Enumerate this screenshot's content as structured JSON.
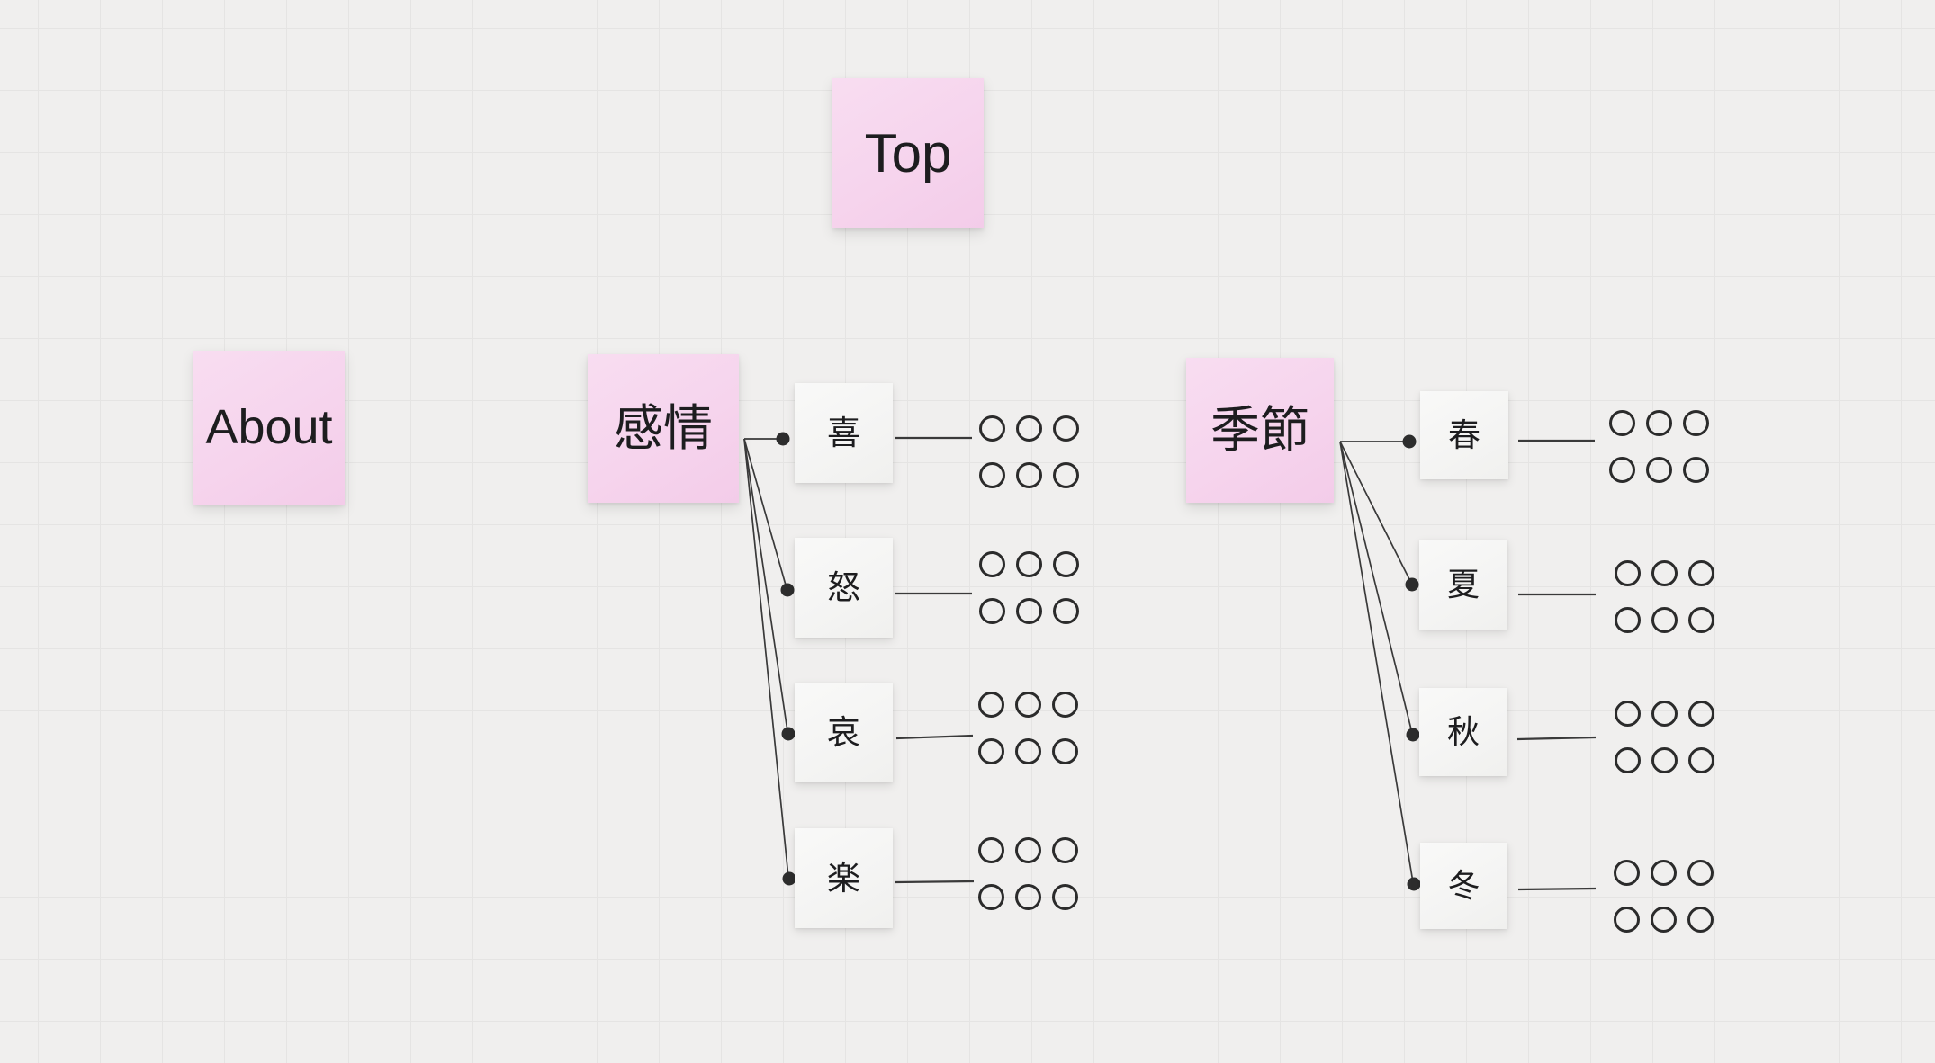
{
  "board": {
    "background_color": "#f0efee",
    "grid_color": "#e5e4e3",
    "sticky_note_color": "#f6d4ed",
    "card_color": "#f6f6f5",
    "connector_color": "#3a3a3a",
    "text_color": "#1d1d1f"
  },
  "icons": {
    "connector_dot": "filled-circle",
    "empty_slot": "outlined-circle"
  },
  "notes": {
    "top": {
      "label": "Top"
    },
    "about": {
      "label": "About"
    }
  },
  "groups": [
    {
      "label": "感情",
      "children": [
        {
          "label": "喜"
        },
        {
          "label": "怒"
        },
        {
          "label": "哀"
        },
        {
          "label": "楽"
        }
      ]
    },
    {
      "label": "季節",
      "children": [
        {
          "label": "春"
        },
        {
          "label": "夏"
        },
        {
          "label": "秋"
        },
        {
          "label": "冬"
        }
      ]
    }
  ],
  "slot_group": {
    "rows": 2,
    "per_row": 3,
    "total": 6
  }
}
